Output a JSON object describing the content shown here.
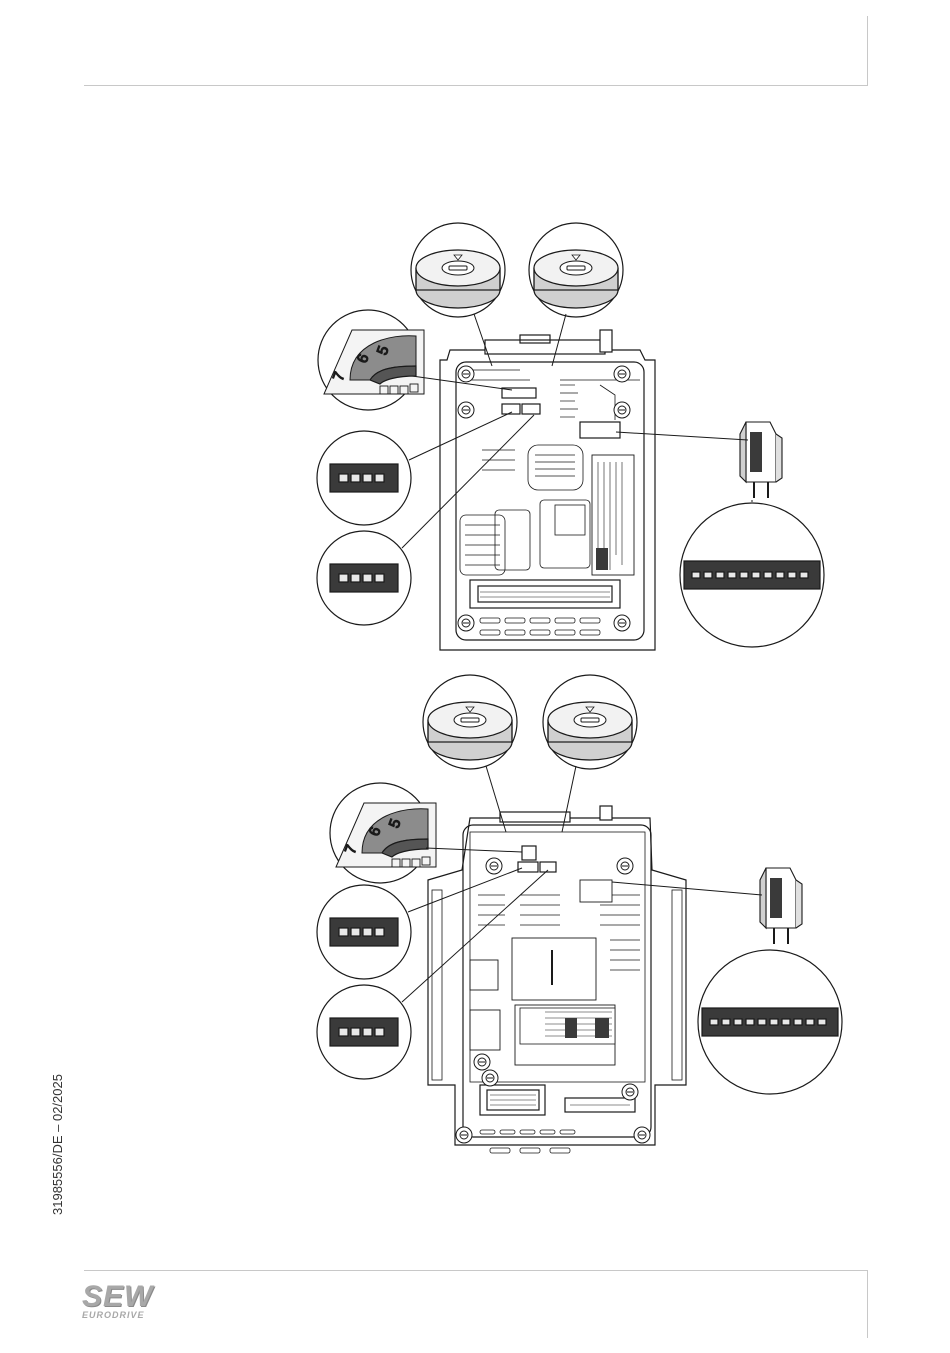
{
  "footer": {
    "doc_id": "31985556/DE – 02/2025"
  },
  "logo": {
    "main": "SEW",
    "sub": "EURODRIVE"
  },
  "colors": {
    "line": "#1a1a1a",
    "dip_panel": "#3a3a3a",
    "dip_switch": "#e8e8e8",
    "rule": "#c8c8c8",
    "logo": "#a8a8a8"
  }
}
